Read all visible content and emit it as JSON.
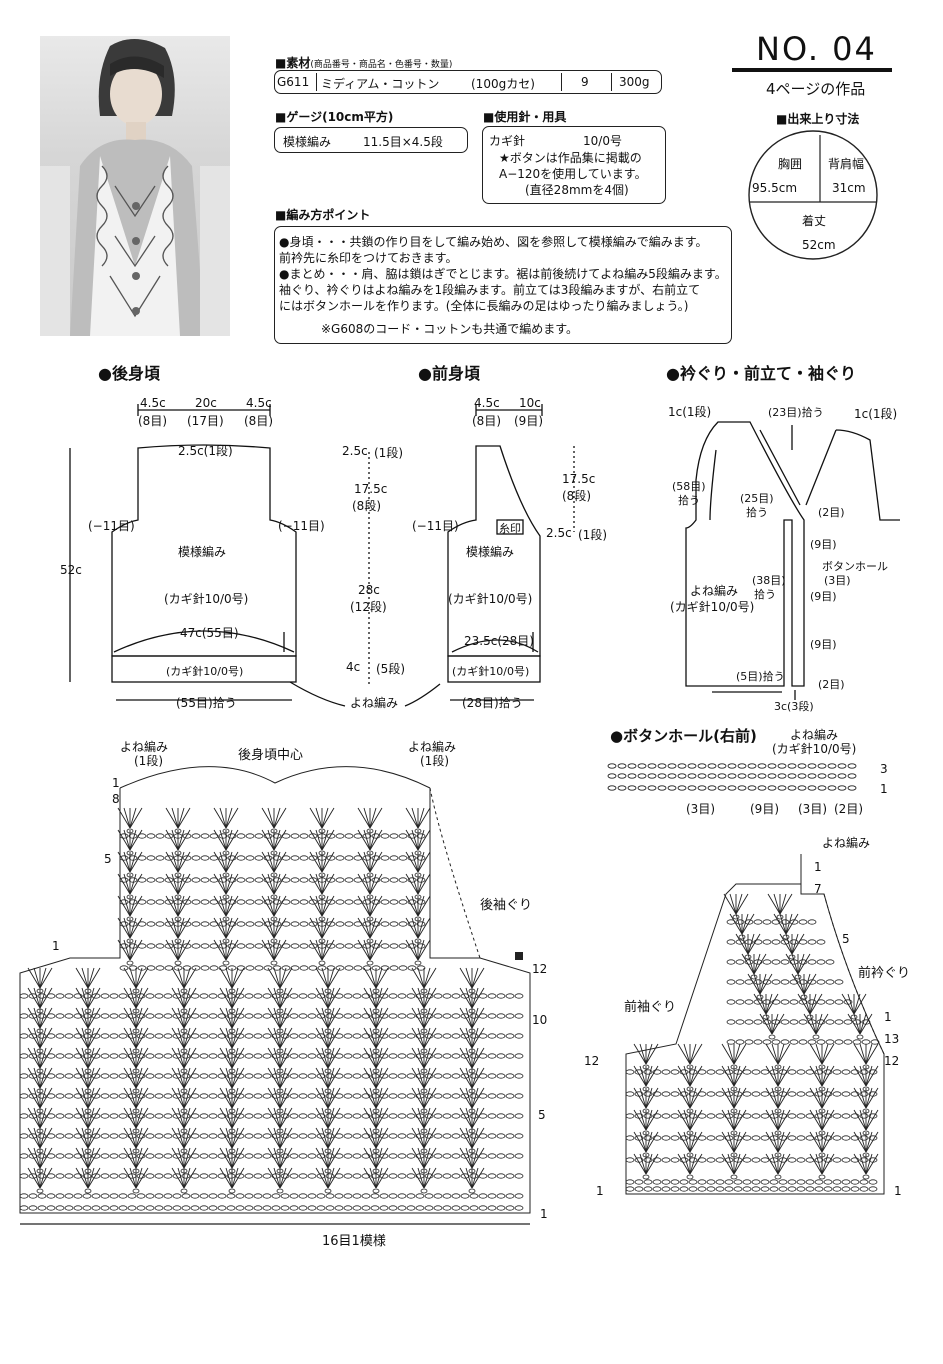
{
  "header": {
    "number": "NO. 04",
    "page_ref": "4ページの作品"
  },
  "materials": {
    "label": "■素材",
    "label_note": "(商品番号・商品名・色番号・数量)",
    "code": "G611",
    "name": "ミディアム・コットン",
    "weight": "(100gカセ)",
    "color": "9",
    "amount": "300g"
  },
  "gauge": {
    "label": "■ゲージ(10cm平方)",
    "pattern": "模様編み",
    "value": "11.5目×4.5段"
  },
  "tools": {
    "label": "■使用針・用具",
    "line1_a": "カギ針",
    "line1_b": "10/0号",
    "line2": "★ボタンは作品集に掲載の",
    "line3": "A−120を使用しています。",
    "line4": "(直径28mmを4個)"
  },
  "points": {
    "label": "■編み方ポイント",
    "lines": [
      "●身頃・・・共鎖の作り目をして編み始め、図を参照して模様編みで編みます。",
      "前衿先に糸印をつけておきます。",
      "●まとめ・・・肩、脇は鎖はぎでとじます。裾は前後続けてよね編み5段編みます。",
      "袖ぐり、衿ぐりはよね編みを1段編みます。前立ては3段編みますが、右前立て",
      "にはボタンホールを作ります。(全体に長編みの足はゆったり編みましょう。)",
      "※G608のコード・コットンも共通で編めます。"
    ]
  },
  "finished": {
    "label": "■出来上り寸法",
    "chest_label": "胸囲",
    "chest": "95.5cm",
    "back_label": "背肩幅",
    "back": "31cm",
    "length_label": "着丈",
    "length": "52cm"
  },
  "back_body": {
    "title": "●後身頃",
    "top_dims": [
      "4.5c",
      "20c",
      "4.5c"
    ],
    "top_sts": [
      "(8目)",
      "(17目)",
      "(8目)"
    ],
    "neck": "2.5c(1段)",
    "decrease_l": "(−11目)",
    "decrease_r": "(−11目)",
    "pattern": "模様編み",
    "hook": "(カギ針10/0号)",
    "width": "47c(55目)",
    "hem_hook": "(カギ針10/0号)",
    "pickup": "(55目)拾う",
    "height": "52c"
  },
  "center_dims": {
    "a": "2.5c",
    "a_rows": "(1段)",
    "b": "17.5c",
    "b_rows": "(8段)",
    "c": "28c",
    "c_rows": "(12段)",
    "d": "4c",
    "d_rows": "(5段)",
    "hem_label": "よね編み"
  },
  "front_body": {
    "title": "●前身頃",
    "top_dims": [
      "4.5c",
      "10c"
    ],
    "top_sts": [
      "(8目)",
      "(9目)"
    ],
    "b": "17.5c",
    "b_rows": "(8段)",
    "mark": "糸印",
    "c": "2.5c",
    "c_rows": "(1段)",
    "decrease": "(−11目)",
    "pattern": "模様編み",
    "hook": "(カギ針10/0号)",
    "width": "23.5c(28目)",
    "hem_hook": "(カギ針10/0号)",
    "pickup": "(28目)拾う"
  },
  "edging": {
    "title": "●衿ぐり・前立て・袖ぐり",
    "l_top": "1c(1段)",
    "neck_pick": "(23目)拾う",
    "r_top": "1c(1段)",
    "arm_pick_a": "(58目)",
    "arm_pick_b": "拾う",
    "front_pick_a": "(25目)",
    "front_pick_b": "拾う",
    "s2a": "(2目)",
    "s9a": "(9目)",
    "bh_a": "ボタンホール",
    "bh_b": "(3目)",
    "pattern_a": "よね編み",
    "pattern_b": "(カギ針10/0号)",
    "pick38_a": "(38目)",
    "pick38_b": "拾う",
    "s9b": "(9目)",
    "s9c": "(9目)",
    "pick5": "(5目)拾う",
    "s2b": "(2目)",
    "bottom": "3c(3段)"
  },
  "chart_back": {
    "top_l_a": "よね編み",
    "top_l_b": "(1段)",
    "center": "後身頃中心",
    "top_r_a": "よね編み",
    "top_r_b": "(1段)",
    "row1": "1",
    "row8": "8",
    "row5": "5",
    "row1b": "1",
    "armhole": "後袖ぐり",
    "row12": "12",
    "row10": "10",
    "row5b": "5",
    "row1c": "1",
    "repeat": "16目1模様"
  },
  "buttonhole": {
    "title": "●ボタンホール(右前)",
    "pattern": "よね編み",
    "hook": "(カギ針10/0号)",
    "row3": "3",
    "row1": "1",
    "s3a": "(3目)",
    "s9": "(9目)",
    "s3b": "(3目)",
    "s2": "(2目)"
  },
  "chart_front": {
    "top": "よね編み",
    "row1": "1",
    "row7": "7",
    "row5": "5",
    "neck": "前衿ぐり",
    "sleeve": "前袖ぐり",
    "row1b": "1",
    "row13": "13",
    "row12l": "12",
    "row12r": "12",
    "row1l": "1",
    "row1r": "1"
  }
}
